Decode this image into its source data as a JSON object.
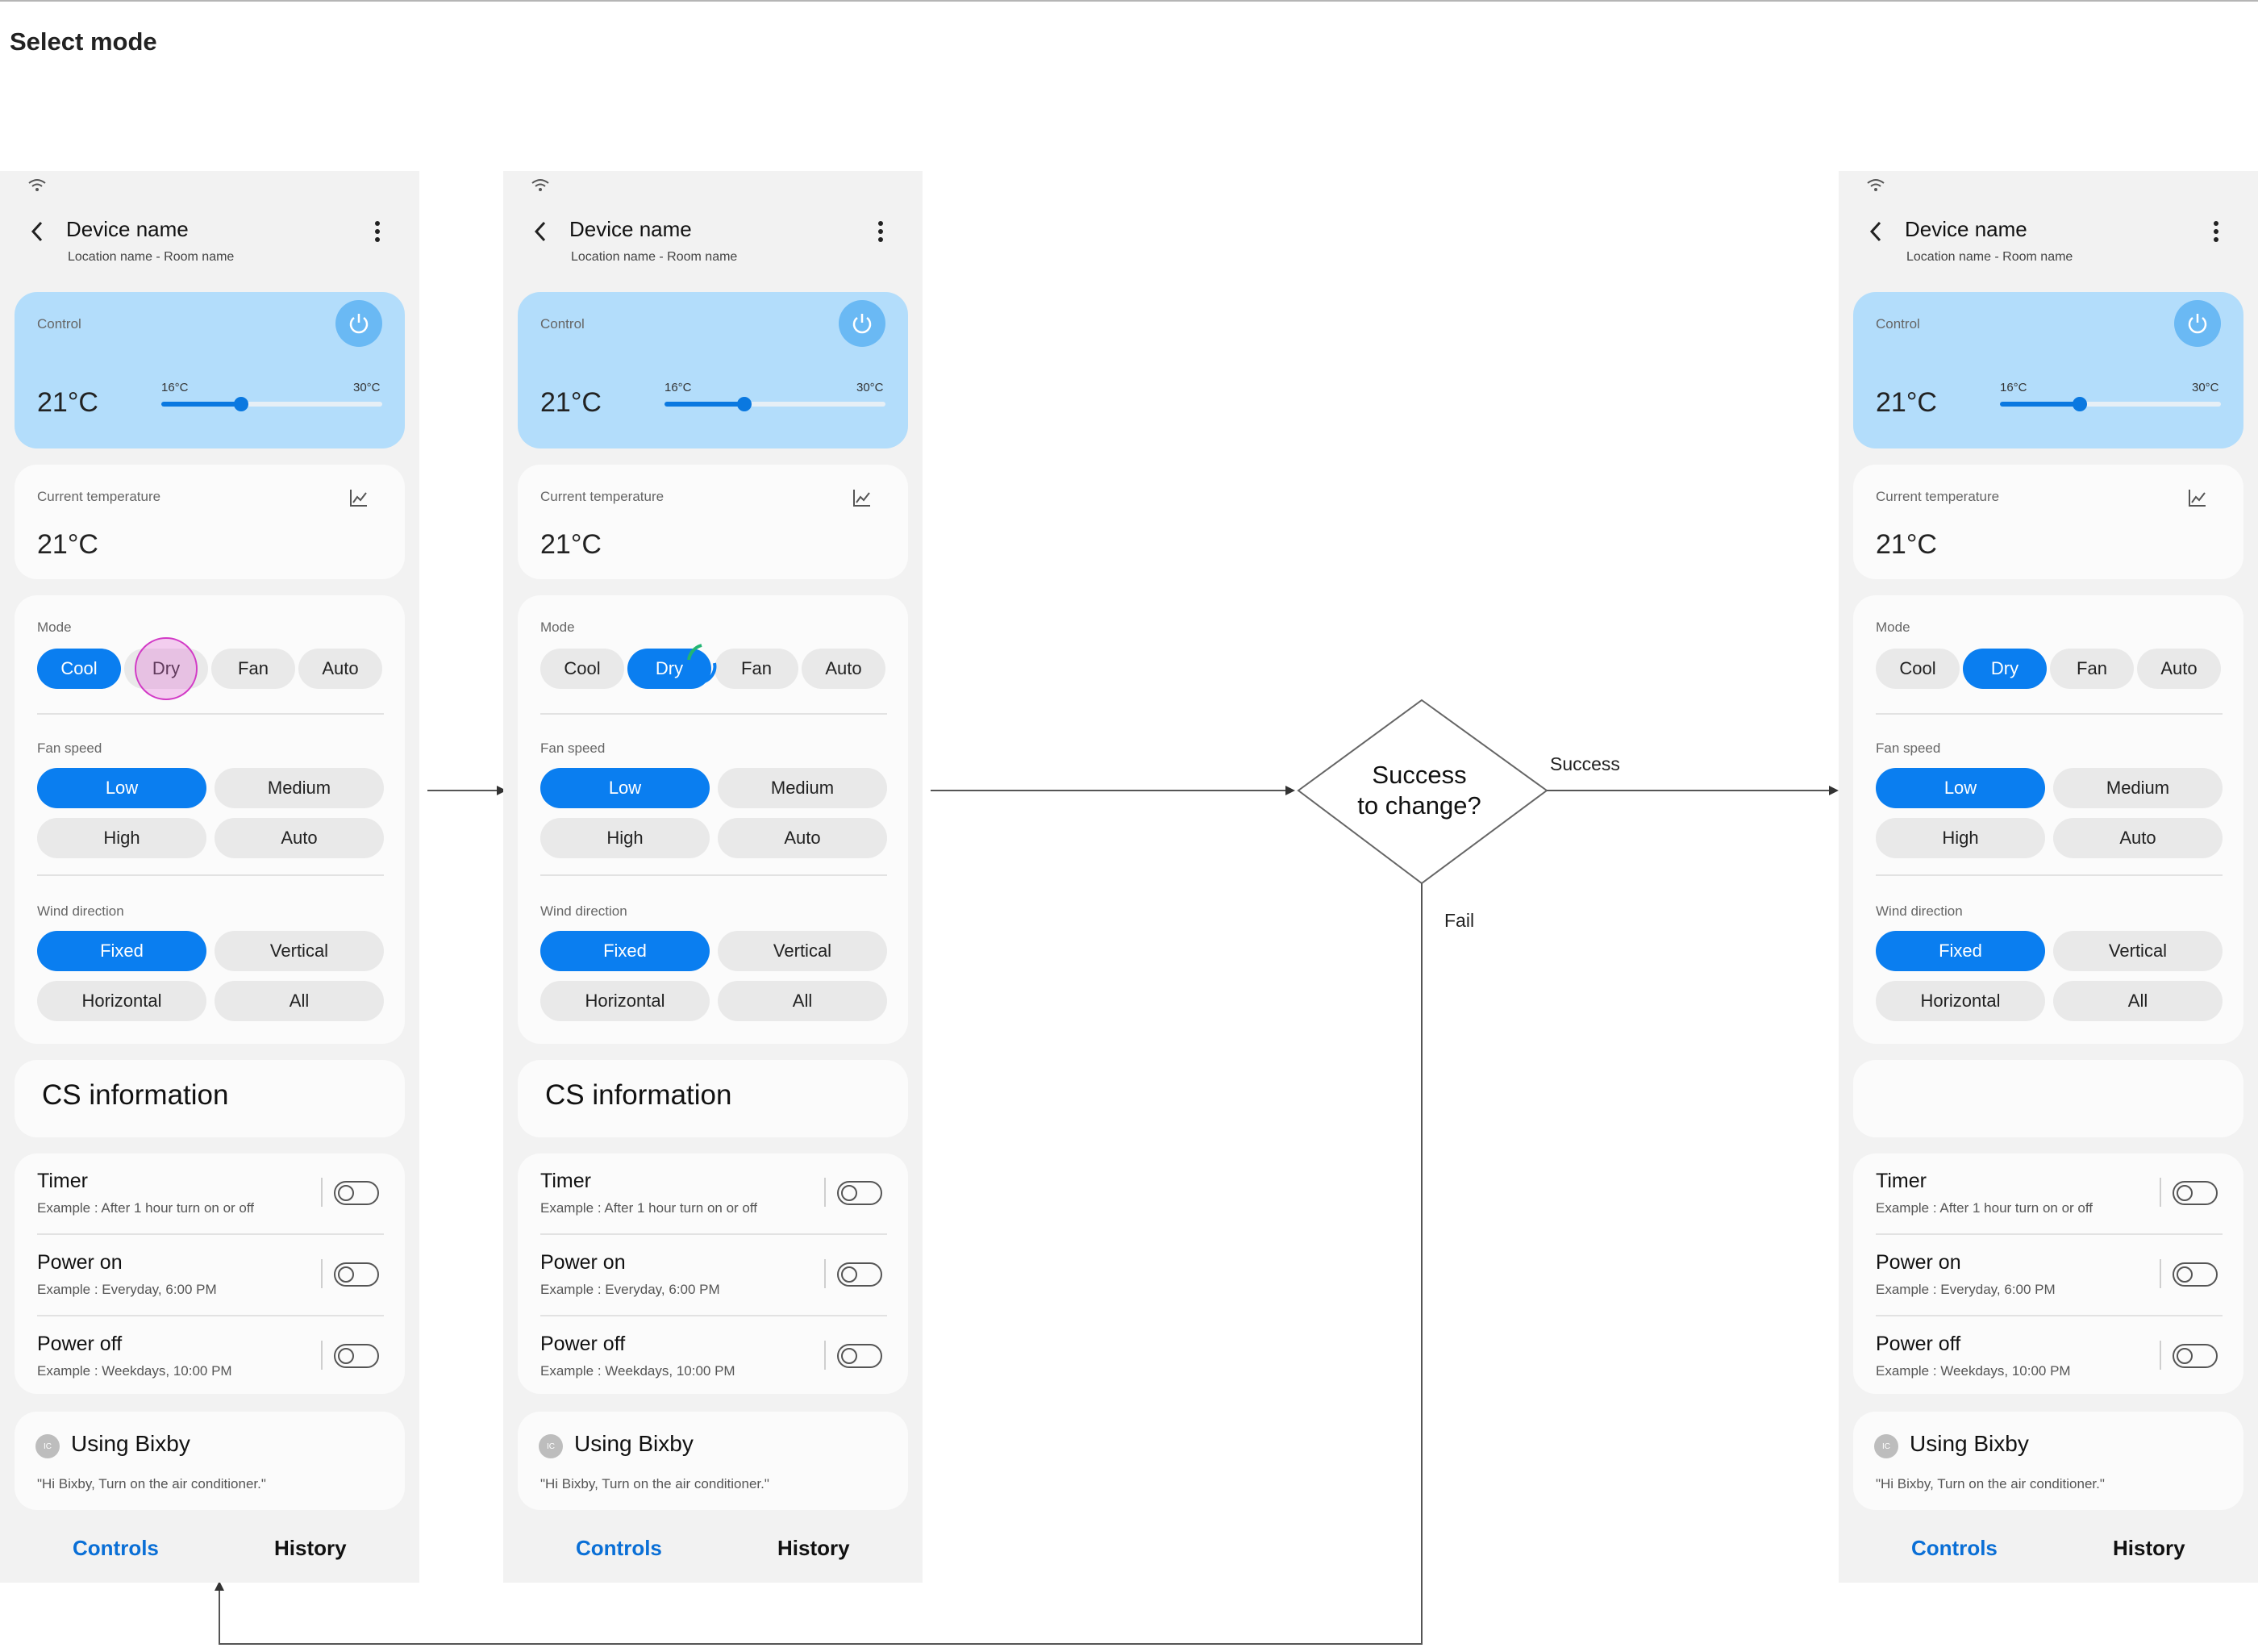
{
  "page_title": "Select mode",
  "flow": {
    "decision": "Success\nto change?",
    "success_label": "Success",
    "fail_label": "Fail"
  },
  "colors": {
    "accent": "#0a7ef0",
    "control_card": "#b3ddfb",
    "touch": "#e26ed6"
  },
  "screens": [
    {
      "header": {
        "title": "Device name",
        "subtitle": "Location name - Room name"
      },
      "control": {
        "label": "Control",
        "temp": "21°C",
        "min": "16°C",
        "max": "30°C",
        "level": 0.36
      },
      "current": {
        "label": "Current temperature",
        "temp": "21°C"
      },
      "mode": {
        "label": "Mode",
        "options": [
          "Cool",
          "Dry",
          "Fan",
          "Auto"
        ],
        "selected": "Cool",
        "touched": "Dry"
      },
      "fan": {
        "label": "Fan speed",
        "options": [
          "Low",
          "Medium",
          "High",
          "Auto"
        ],
        "selected": "Low"
      },
      "wind": {
        "label": "Wind direction",
        "options": [
          "Fixed",
          "Vertical",
          "Horizontal",
          "All"
        ],
        "selected": "Fixed"
      },
      "cs": "CS information",
      "schedule": [
        {
          "title": "Timer",
          "sub": "Example : After 1 hour turn on or off"
        },
        {
          "title": "Power on",
          "sub": "Example : Everyday, 6:00 PM"
        },
        {
          "title": "Power off",
          "sub": "Example : Weekdays, 10:00 PM"
        }
      ],
      "bixby": {
        "icon": "IC",
        "title": "Using Bixby",
        "sub": "\"Hi Bixby, Turn on the air conditioner.\""
      },
      "tabs": [
        "Controls",
        "History"
      ]
    },
    {
      "header": {
        "title": "Device name",
        "subtitle": "Location name - Room name"
      },
      "control": {
        "label": "Control",
        "temp": "21°C",
        "min": "16°C",
        "max": "30°C",
        "level": 0.36
      },
      "current": {
        "label": "Current temperature",
        "temp": "21°C"
      },
      "mode": {
        "label": "Mode",
        "options": [
          "Cool",
          "Dry",
          "Fan",
          "Auto"
        ],
        "selected": "Dry",
        "loading": true
      },
      "fan": {
        "label": "Fan speed",
        "options": [
          "Low",
          "Medium",
          "High",
          "Auto"
        ],
        "selected": "Low"
      },
      "wind": {
        "label": "Wind direction",
        "options": [
          "Fixed",
          "Vertical",
          "Horizontal",
          "All"
        ],
        "selected": "Fixed"
      },
      "cs": "CS information",
      "schedule": [
        {
          "title": "Timer",
          "sub": "Example : After 1 hour turn on or off"
        },
        {
          "title": "Power on",
          "sub": "Example : Everyday, 6:00 PM"
        },
        {
          "title": "Power off",
          "sub": "Example : Weekdays, 10:00 PM"
        }
      ],
      "bixby": {
        "icon": "IC",
        "title": "Using Bixby",
        "sub": "\"Hi Bixby, Turn on the air conditioner.\""
      },
      "tabs": [
        "Controls",
        "History"
      ]
    },
    {
      "header": {
        "title": "Device name",
        "subtitle": "Location name - Room name"
      },
      "control": {
        "label": "Control",
        "temp": "21°C",
        "min": "16°C",
        "max": "30°C",
        "level": 0.36
      },
      "current": {
        "label": "Current temperature",
        "temp": "21°C"
      },
      "mode": {
        "label": "Mode",
        "options": [
          "Cool",
          "Dry",
          "Fan",
          "Auto"
        ],
        "selected": "Dry"
      },
      "fan": {
        "label": "Fan speed",
        "options": [
          "Low",
          "Medium",
          "High",
          "Auto"
        ],
        "selected": "Low"
      },
      "wind": {
        "label": "Wind direction",
        "options": [
          "Fixed",
          "Vertical",
          "Horizontal",
          "All"
        ],
        "selected": "Fixed"
      },
      "cs": "",
      "schedule": [
        {
          "title": "Timer",
          "sub": "Example : After 1 hour turn on or off"
        },
        {
          "title": "Power on",
          "sub": "Example : Everyday, 6:00 PM"
        },
        {
          "title": "Power off",
          "sub": "Example : Weekdays, 10:00 PM"
        }
      ],
      "bixby": {
        "icon": "IC",
        "title": "Using Bixby",
        "sub": "\"Hi Bixby, Turn on the air conditioner.\""
      },
      "tabs": [
        "Controls",
        "History"
      ]
    }
  ]
}
